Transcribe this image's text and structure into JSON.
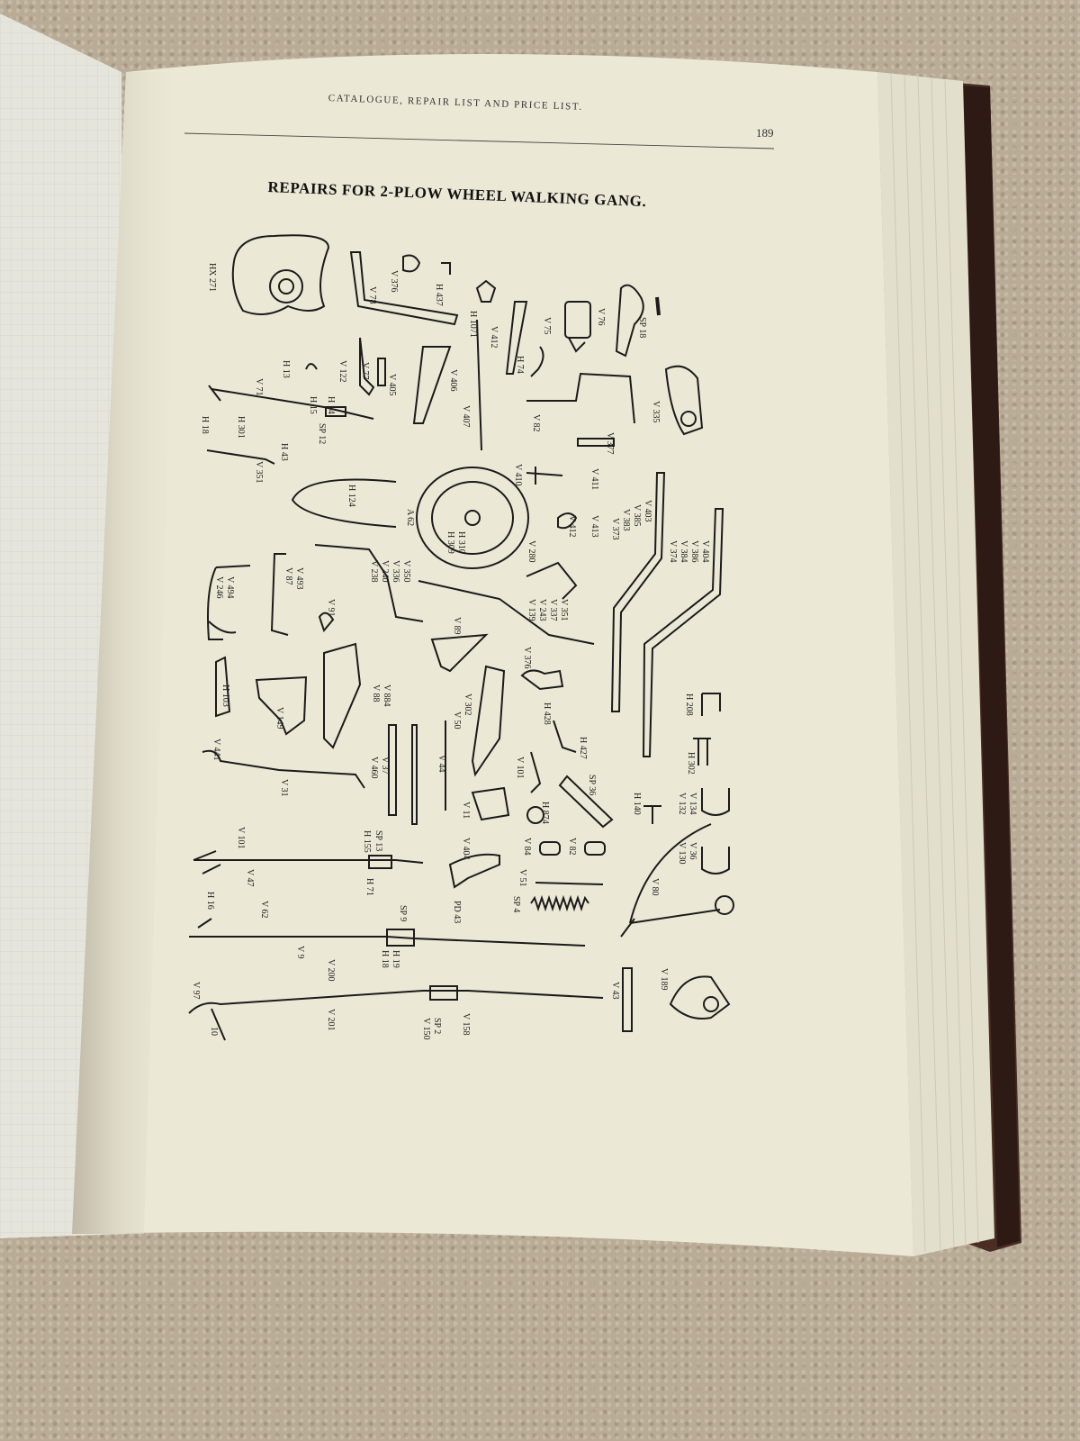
{
  "page": {
    "running_head": "CATALOGUE, REPAIR LIST AND PRICE LIST.",
    "page_number": "189",
    "title": "REPAIRS FOR 2-PLOW WHEEL WALKING GANG."
  },
  "part_labels": [
    "HX 271",
    "V 376",
    "H 437",
    "V 78",
    "H 1071",
    "V 412",
    "V 75",
    "V 76",
    "SP 18",
    "H 13",
    "V 122",
    "V 77",
    "V 405",
    "V 406",
    "H 74",
    "V 407",
    "V 82",
    "V 335",
    "V 71",
    "H 15",
    "H 14",
    "H 18",
    "H 301",
    "SP 12",
    "V 377",
    "H 43",
    "V 351",
    "H 124",
    "V 410",
    "V 411",
    "A 62",
    "H 309",
    "H 310",
    "V 412",
    "V 413",
    "V 373",
    "V 383",
    "V 385",
    "V 403",
    "V 374",
    "V 384",
    "V 386",
    "V 404",
    "V 246",
    "V 494",
    "V 87",
    "V 493",
    "V 91",
    "V 238",
    "V 240",
    "V 336",
    "V 350",
    "V 280",
    "V 139",
    "V 243",
    "V 337",
    "V 351",
    "V 89",
    "V 376",
    "H 103",
    "V 149",
    "V 88",
    "V 884",
    "V 50",
    "V 302",
    "H 428",
    "H 427",
    "H 208",
    "V 441",
    "V 31",
    "V 460",
    "V 37",
    "V 44",
    "V 101",
    "SP 36",
    "H 302",
    "H 874",
    "V 11",
    "H 140",
    "V 132",
    "V 134",
    "V 101",
    "H 155",
    "SP 13",
    "V 47",
    "H 71",
    "V 404",
    "V 84",
    "V 82",
    "V 130",
    "V 36",
    "H 16",
    "V 62",
    "SP 9",
    "H 18",
    "H 19",
    "PD 43",
    "SP 4",
    "V 51",
    "V 80",
    "V 9",
    "V 97",
    "V 200",
    "V 201",
    "V 150",
    "SP 2",
    "V 158",
    "V 43",
    "V 189",
    "10"
  ]
}
